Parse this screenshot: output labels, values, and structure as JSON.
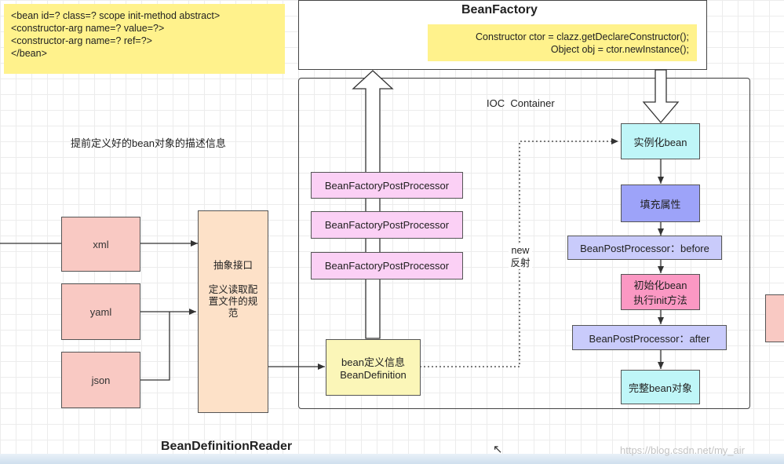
{
  "bean_xml_note": [
    "<bean id=? class=? scope init-method  abstract>",
    "<constructor-arg name=? value=?>",
    "<constructor-arg  name=? ref=?>",
    "</bean>"
  ],
  "bean_factory": {
    "title": "BeanFactory",
    "code_line1": "Constructor ctor = clazz.getDeclareConstructor();",
    "code_line2": "Object obj = ctor.newInstance();"
  },
  "ioc_container": {
    "label": "IOC  Container"
  },
  "description": "提前定义好的bean对象的描述信息",
  "sources": [
    "xml",
    "yaml",
    "json"
  ],
  "abstract_interface": {
    "title": "抽象接口",
    "desc_line1": "定义读取配",
    "desc_line2": "置文件的规",
    "desc_line3": "范"
  },
  "reader_label": "BeanDefinitionReader",
  "post_processors": [
    "BeanFactoryPostProcessor",
    "BeanFactoryPostProcessor",
    "BeanFactoryPostProcessor"
  ],
  "bean_definition": {
    "line1": "bean定义信息",
    "line2": "BeanDefinition"
  },
  "reflection_label": {
    "line1": "new",
    "line2": "反射"
  },
  "lifecycle": {
    "instantiate": "实例化bean",
    "populate": "填充属性",
    "before": "BeanPostProcessor：before",
    "init_line1": "初始化bean",
    "init_line2": "执行init方法",
    "after": "BeanPostProcessor：after",
    "complete": "完整bean对象"
  },
  "watermark": "https://blog.csdn.net/my_air"
}
